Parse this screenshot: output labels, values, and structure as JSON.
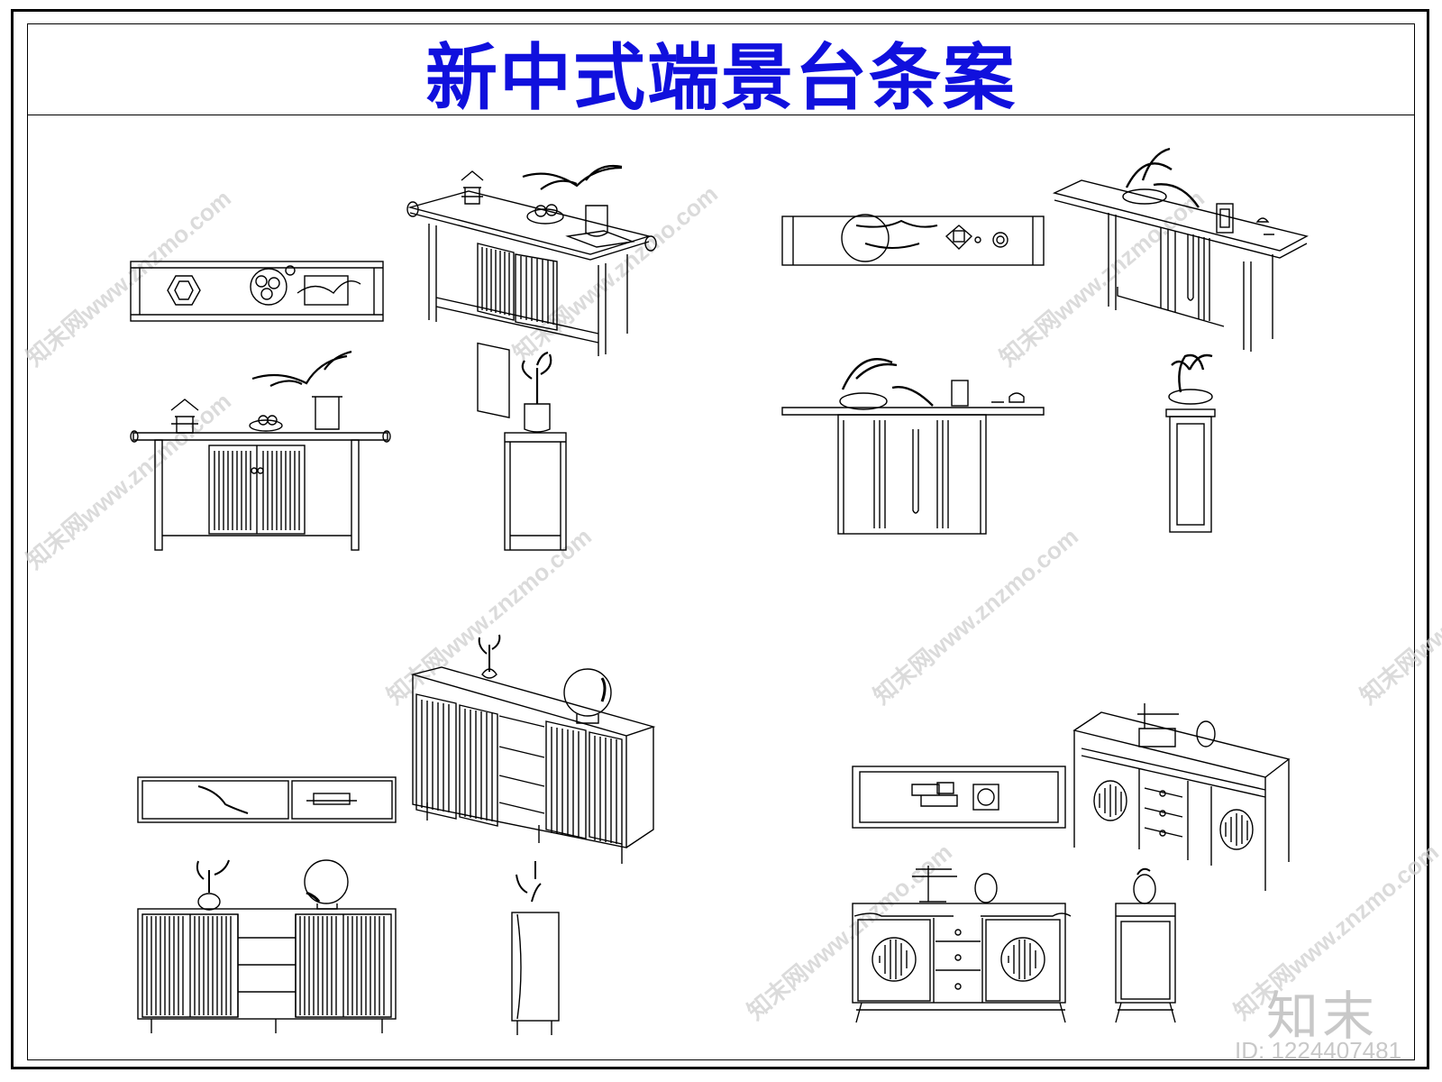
{
  "title": "新中式端景台条案",
  "watermark_text": "知末网www.znzmo.com",
  "brand": "知末",
  "id_label": "ID: 1224407481",
  "colors": {
    "title": "#1010dd",
    "line": "#000000",
    "watermark": "#cfcfcf"
  }
}
